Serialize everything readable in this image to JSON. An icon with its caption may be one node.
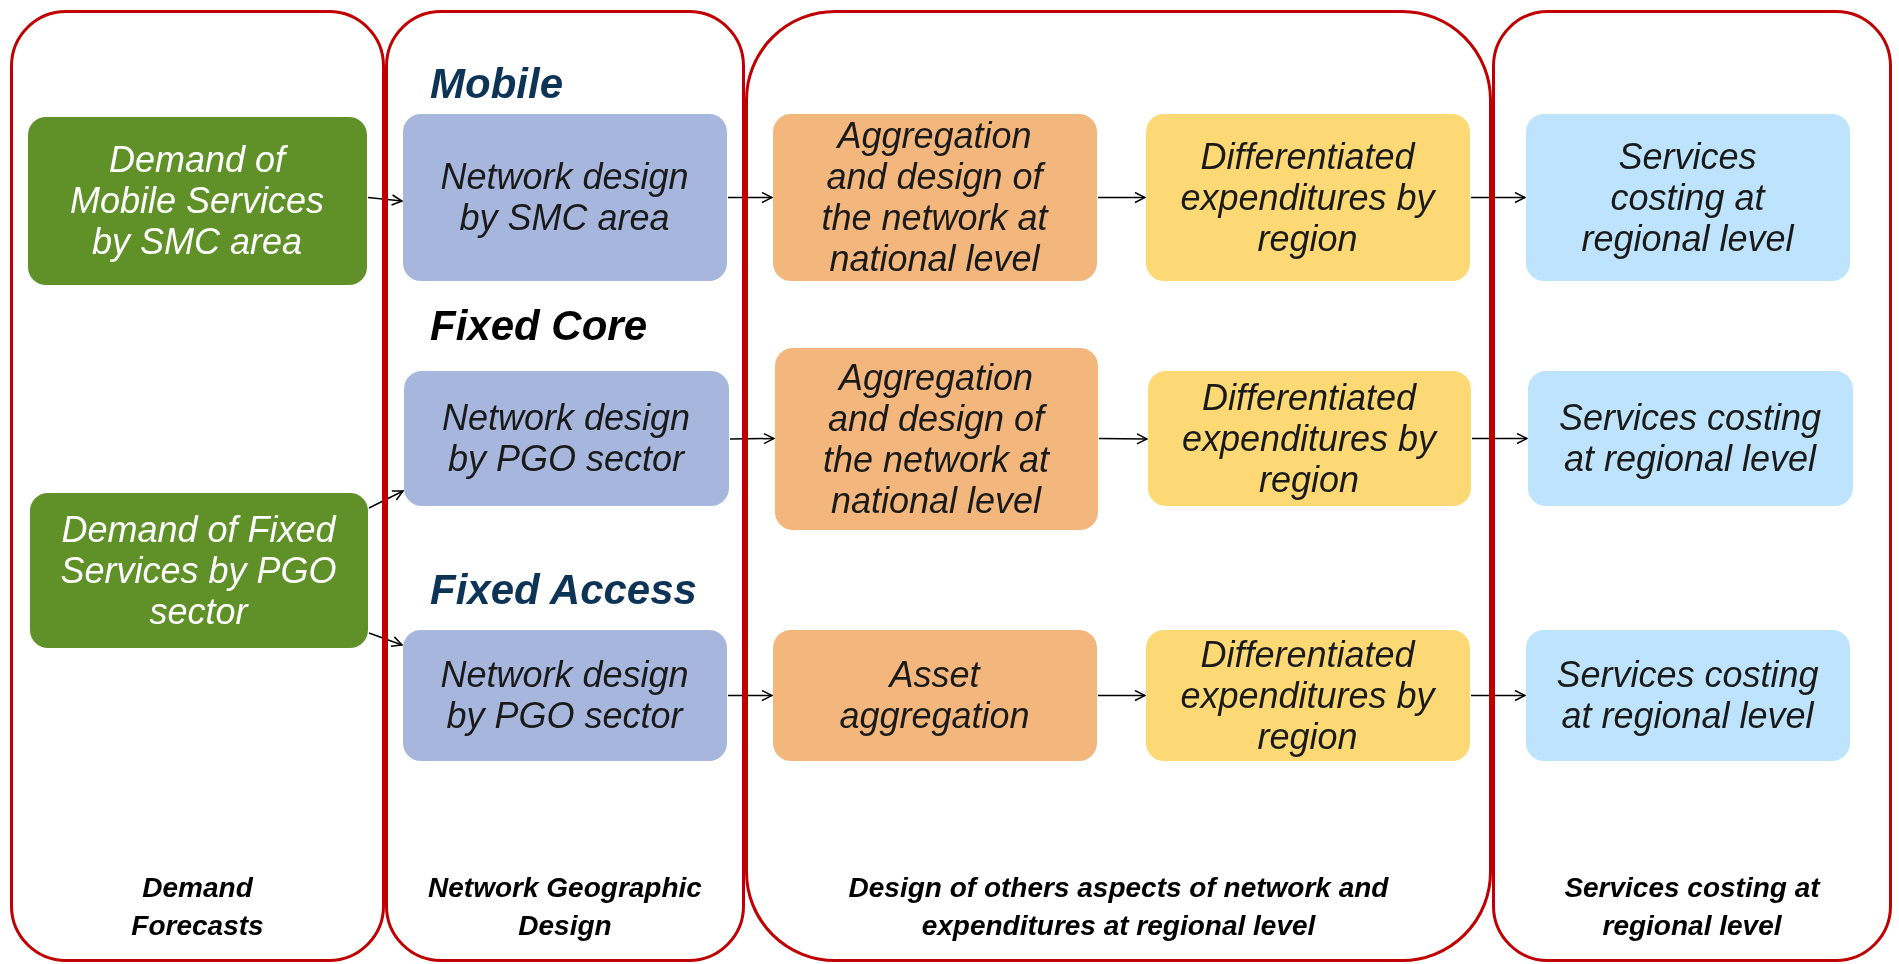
{
  "diagram": {
    "nodes": [
      {
        "text": [
          "Demand Forecasts"
        ]
      },
      {
        "text": [
          "Demand of Mobile Services by SMC area"
        ],
        "in": 0
      },
      {
        "text": [
          "Demand of Fixed Services by PGO sector"
        ],
        "in": 0
      },
      {
        "text": [
          "Network Geographic Design"
        ]
      },
      {
        "text": [
          "Network design by SMC area"
        ],
        "in": 3
      },
      {
        "text": [
          "Network design by PGO sector"
        ],
        "in": 3
      },
      {
        "text": [
          "Network design by PGO sector"
        ],
        "in": 3
      },
      {
        "text": [
          "Design of others aspects of network and expenditures at regional level"
        ]
      },
      {
        "text": [
          "Aggregation and design of the network at national level"
        ],
        "in": 7
      },
      {
        "text": [
          "Differentiated expenditures by region"
        ],
        "in": 7
      },
      {
        "text": [
          "Aggregation and design of the network at national level"
        ],
        "in": 7
      },
      {
        "text": [
          "Differentiated expenditures by region"
        ],
        "in": 7
      },
      {
        "text": [
          "Asset aggregation"
        ],
        "in": 7
      },
      {
        "text": [
          "Differentiated expenditures by region"
        ],
        "in": 7
      },
      {
        "text": [
          "Services costing at regional level"
        ]
      },
      {
        "text": [
          "Services costing at regional level"
        ],
        "in": 14
      },
      {
        "text": [
          "Services costing at regional level"
        ],
        "in": 14
      },
      {
        "text": [
          "Services costing at regional level"
        ],
        "in": 14
      }
    ],
    "edges": [
      {
        "from": 1,
        "to": 4,
        "arrow": "to"
      },
      {
        "from": 2,
        "to": 5,
        "arrow": "to"
      },
      {
        "from": 2,
        "to": 6,
        "arrow": "to"
      },
      {
        "from": 4,
        "to": 8,
        "arrow": "to"
      },
      {
        "from": 8,
        "to": 9,
        "arrow": "to"
      },
      {
        "from": 9,
        "to": 15,
        "arrow": "to"
      },
      {
        "from": 5,
        "to": 10,
        "arrow": "to"
      },
      {
        "from": 10,
        "to": 11,
        "arrow": "to"
      },
      {
        "from": 11,
        "to": 16,
        "arrow": "to"
      },
      {
        "from": 6,
        "to": 12,
        "arrow": "to"
      },
      {
        "from": 12,
        "to": 13,
        "arrow": "to"
      },
      {
        "from": 13,
        "to": 17,
        "arrow": "to"
      }
    ],
    "labels": [
      "Mobile",
      "Fixed Core",
      "Fixed Access"
    ]
  }
}
